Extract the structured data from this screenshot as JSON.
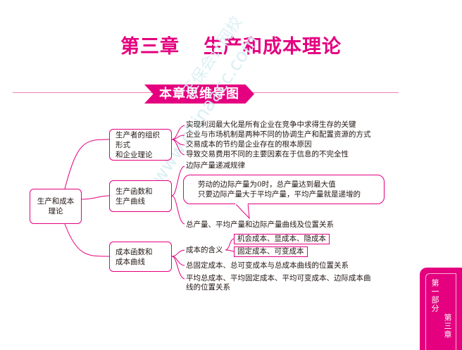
{
  "header": {
    "chapter": "第三章",
    "title": "生产和成本理论",
    "banner": "本章思维导图"
  },
  "watermark": {
    "text_1": "正保会计网校",
    "text_2": "www.chinaacc.com"
  },
  "mindmap": {
    "root": "生产和成本理论",
    "branches": [
      {
        "label": "生产者的组织形式和企业理论",
        "items": [
          "实现利润最大化是所有企业在竞争中求得生存的关键",
          "企业与市场机制是两种不同的协调生产和配置资源的方式",
          "交易成本的节约是企业存在的根本原因",
          "导致交易费用不同的主要因素在于信息的不完全性"
        ]
      },
      {
        "label": "生产函数和生产曲线",
        "items": [
          "边际产量递减规律",
          "总产量、平均产量和边际产量曲线及位置关系"
        ],
        "note": [
          "劳动的边际产量为0时，总产量达到最大值",
          "只要边际产量大于平均产量，平均产量就是递增的"
        ]
      },
      {
        "label": "成本函数和成本曲线",
        "cost_meaning": {
          "label": "成本的含义",
          "items": [
            "机会成本、显成本、隐成本",
            "固定成本、可变成本"
          ]
        },
        "items": [
          "总固定成本、总可变成本与总成本曲线的位置关系",
          "平均总成本、平均固定成本、平均可变成本、边际成本曲线的位置关系"
        ]
      }
    ]
  },
  "side_tab": {
    "part": "第一部分",
    "chapter": "第三章"
  },
  "colors": {
    "accent": "#e4007f",
    "line": "#ee82b4"
  }
}
